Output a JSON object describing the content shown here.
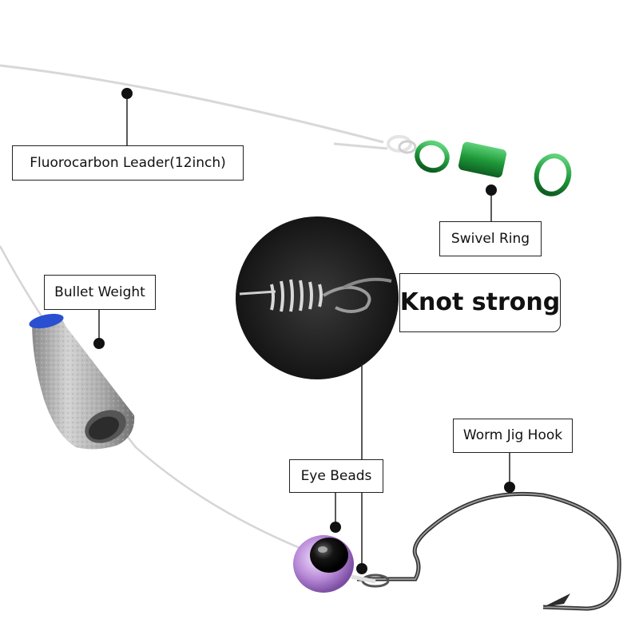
{
  "labels": {
    "leader": "Fluorocarbon Leader(12inch)",
    "swivel": "Swivel Ring",
    "weight": "Bullet Weight",
    "knot": "Knot strong",
    "hook": "Worm Jig Hook",
    "beads": "Eye Beads"
  },
  "colors": {
    "swivel": "#1f9a3a",
    "bead": "#b98ad8",
    "weight_cap": "#2a4fd0",
    "background": "#ffffff"
  }
}
